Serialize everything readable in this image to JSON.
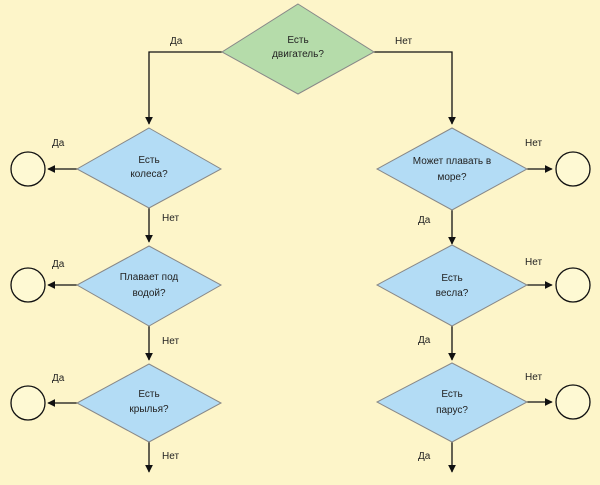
{
  "colors": {
    "background": "#fdf5c9",
    "root_fill": "#b5dcaa",
    "decision_fill": "#b3dcf5",
    "terminal_fill": "#fef9d3",
    "stroke": "#111111"
  },
  "nodes": {
    "root": {
      "lines": [
        "Есть",
        "двигатель?"
      ]
    },
    "left1": {
      "lines": [
        "Есть",
        "колеса?"
      ]
    },
    "left2": {
      "lines": [
        "Плавает под",
        "водой?"
      ]
    },
    "left3": {
      "lines": [
        "Есть",
        "крылья?"
      ]
    },
    "right1": {
      "lines": [
        "Может плавать в",
        "море?"
      ]
    },
    "right2": {
      "lines": [
        "Есть",
        "весла?"
      ]
    },
    "right3": {
      "lines": [
        "Есть",
        "парус?"
      ]
    }
  },
  "edges": {
    "root_yes": "Да",
    "root_no": "Нет",
    "left1_yes": "Да",
    "left1_no": "Нет",
    "left2_yes": "Да",
    "left2_no": "Нет",
    "left3_yes": "Да",
    "left3_no": "Нет",
    "right1_no": "Нет",
    "right1_yes": "Да",
    "right2_no": "Нет",
    "right2_yes": "Да",
    "right3_no": "Нет",
    "right3_yes": "Да"
  }
}
